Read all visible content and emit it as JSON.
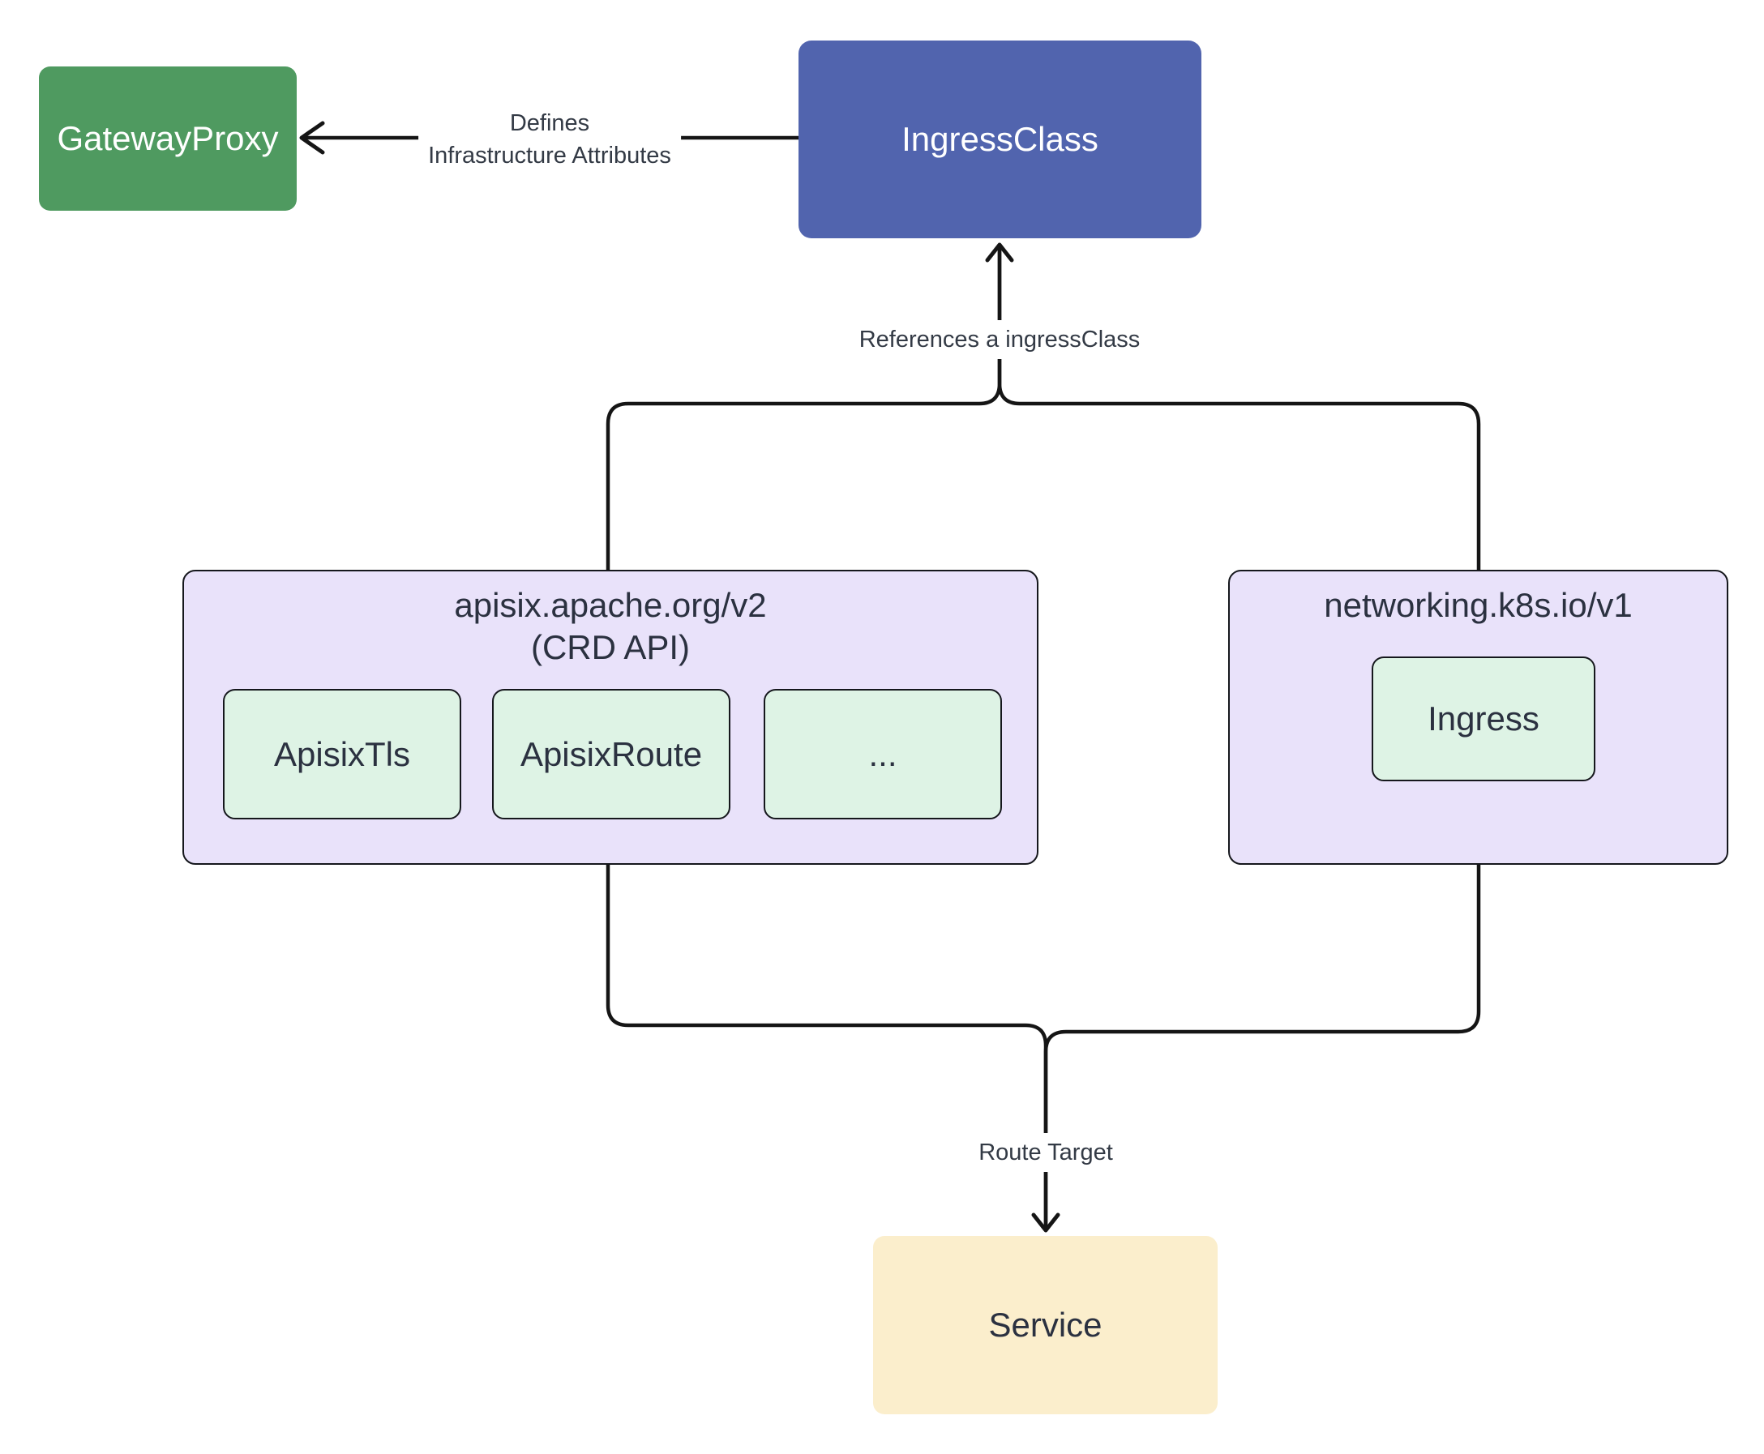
{
  "diagram": {
    "nodes": {
      "gateway_proxy": {
        "label": "GatewayProxy"
      },
      "ingress_class": {
        "label": "IngressClass"
      },
      "service": {
        "label": "Service"
      }
    },
    "groups": {
      "crd": {
        "title_line1": "apisix.apache.org/v2",
        "title_line2": "(CRD API)",
        "items": [
          {
            "label": "ApisixTls"
          },
          {
            "label": "ApisixRoute"
          },
          {
            "label": "..."
          }
        ]
      },
      "networking": {
        "title": "networking.k8s.io/v1",
        "items": [
          {
            "label": "Ingress"
          }
        ]
      }
    },
    "edges": {
      "defines": {
        "label_line1": "Defines",
        "label_line2": "Infrastructure Attributes"
      },
      "references": {
        "label": "References a ingressClass"
      },
      "route_target": {
        "label": "Route Target"
      }
    },
    "colors": {
      "gateway_proxy_fill": "#4F9A60",
      "ingress_class_fill": "#5164AE",
      "group_fill": "#E9E2FA",
      "leaf_fill": "#DEF3E5",
      "service_fill": "#FBEECC",
      "edge_stroke": "#151515",
      "border": "#15171C",
      "node_text_light": "#FFFFFF",
      "node_text_dark": "#2B3140",
      "edge_label_text": "#333A45",
      "background": "#FFFFFF"
    }
  }
}
